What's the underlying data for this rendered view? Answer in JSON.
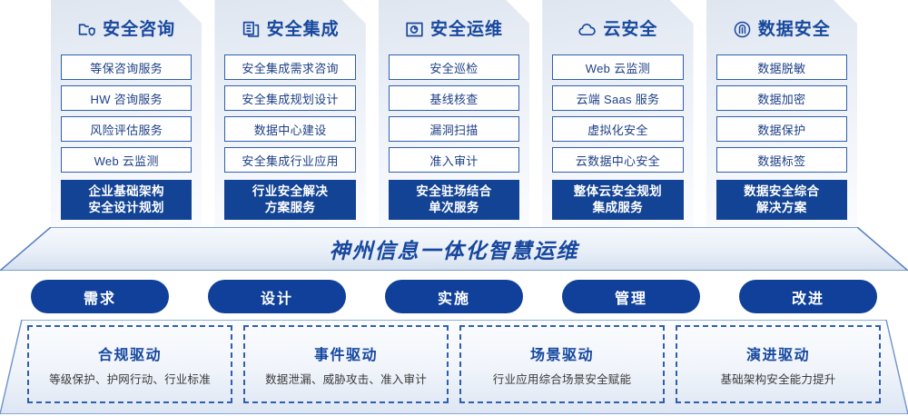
{
  "columns": [
    {
      "icon": "folder-shield-icon",
      "title": "安全咨询",
      "items": [
        "等保咨询服务",
        "HW 咨询服务",
        "风险评估服务",
        "Web 云监测"
      ],
      "highlight": [
        "企业基础架构",
        "安全设计规划"
      ]
    },
    {
      "icon": "stacked-documents-icon",
      "title": "安全集成",
      "items": [
        "安全集成需求咨询",
        "安全集成规划设计",
        "数据中心建设",
        "安全集成行业应用"
      ],
      "highlight": [
        "行业安全解决",
        "方案服务"
      ]
    },
    {
      "icon": "monitor-chart-icon",
      "title": "安全运维",
      "items": [
        "安全巡检",
        "基线核查",
        "漏洞扫描",
        "准入审计"
      ],
      "highlight": [
        "安全驻场结合",
        "单次服务"
      ]
    },
    {
      "icon": "cloud-icon",
      "title": "云安全",
      "items": [
        "Web 云监测",
        "云端 Saas 服务",
        "虚拟化安全",
        "云数据中心安全"
      ],
      "highlight": [
        "整体云安全规划",
        "集成服务"
      ]
    },
    {
      "icon": "fingerprint-icon",
      "title": "数据安全",
      "items": [
        "数据脱敏",
        "数据加密",
        "数据保护",
        "数据标签"
      ],
      "highlight": [
        "数据安全综合",
        "解决方案"
      ]
    }
  ],
  "banner": {
    "title": "神州信息一体化智慧运维"
  },
  "pills": [
    {
      "label": "需求"
    },
    {
      "label": "设计"
    },
    {
      "label": "实施"
    },
    {
      "label": "管理"
    },
    {
      "label": "改进"
    }
  ],
  "drivers": [
    {
      "title": "合规驱动",
      "subtitle": "等级保护、护网行动、行业标准"
    },
    {
      "title": "事件驱动",
      "subtitle": "数据泄漏、威胁攻击、准入审计"
    },
    {
      "title": "场景驱动",
      "subtitle": "行业应用综合场景安全赋能"
    },
    {
      "title": "演进驱动",
      "subtitle": "基础架构安全能力提升"
    }
  ],
  "colors": {
    "primary_blue": "#17489e",
    "dark_blue": "#134395",
    "pill_blue": "#10409a",
    "border_blue": "#2f5fae",
    "panel_light": "#e8edf5"
  }
}
